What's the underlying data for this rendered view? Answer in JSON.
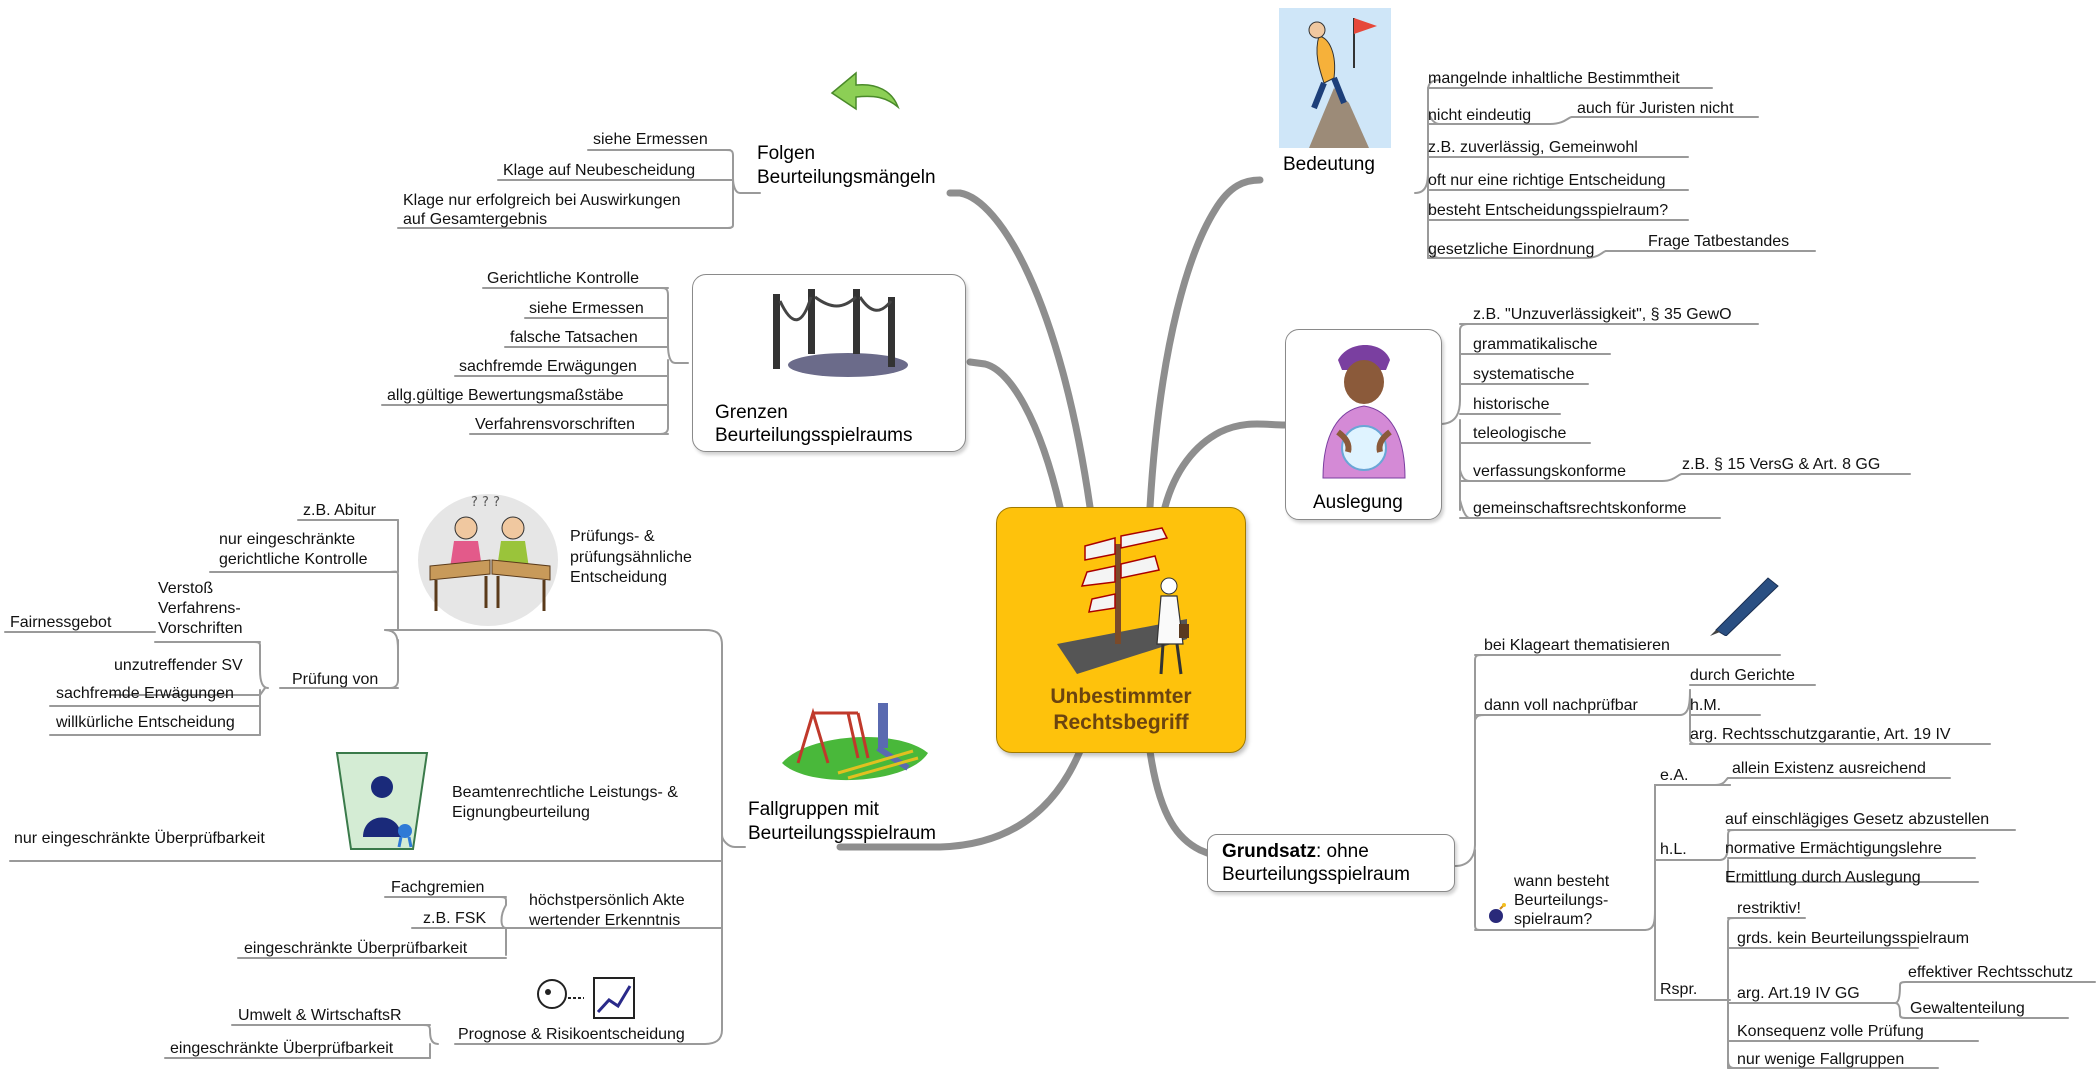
{
  "central": {
    "line1": "Unbestimmter",
    "line2": "Rechtsbegriff"
  },
  "bedeutung": {
    "title": "Bedeutung",
    "items": [
      "mangelnde inhaltliche Bestimmtheit",
      "nicht eindeutig",
      "z.B. zuverlässig, Gemeinwohl",
      "oft nur eine richtige Entscheidung",
      "besteht Entscheidungsspielraum?",
      "gesetzliche Einordnung"
    ],
    "sub_nicht_eindeutig": "auch für Juristen nicht",
    "sub_einordnung": "Frage Tatbestandes"
  },
  "auslegung": {
    "title": "Auslegung",
    "items": [
      "z.B. \"Unzuverlässigkeit\", § 35 GewO",
      "grammatikalische",
      "systematische",
      "historische",
      "teleologische",
      "verfassungskonforme",
      "gemeinschaftsrechtskonforme"
    ],
    "sub_verfassung": "z.B. § 15 VersG & Art. 8 GG"
  },
  "grundsatz": {
    "title_bold": "Grundsatz",
    "title_rest": ": ohne",
    "title_line2": "Beurteilungsspielraum",
    "klageart": "bei Klageart thematisieren",
    "voll": "dann voll nachprüfbar",
    "voll_items": [
      "durch Gerichte",
      "h.M.",
      "arg. Rechtsschutzgarantie, Art. 19 IV"
    ],
    "wann": [
      "wann besteht",
      "Beurteilungs-",
      "spielraum?"
    ],
    "ea": "e.A.",
    "ea_item": "allein Existenz ausreichend",
    "hl": "h.L.",
    "hl_items": [
      "auf einschlägiges Gesetz abzustellen",
      "normative Ermächtigungslehre",
      "Ermittlung durch Auslegung"
    ],
    "rspr": "Rspr.",
    "rspr_items": [
      "restriktiv!",
      "grds. kein Beurteilungsspielraum",
      "arg. Art.19 IV GG",
      "Konsequenz volle Prüfung",
      "nur wenige Fallgruppen"
    ],
    "arg_items": [
      "effektiver Rechtsschutz",
      "Gewaltenteilung"
    ]
  },
  "folgen": {
    "title": [
      "Folgen",
      "Beurteilungsmängeln"
    ],
    "items": [
      "siehe Ermessen",
      "Klage auf Neubescheidung"
    ],
    "klage_nur": [
      "Klage nur erfolgreich bei Auswirkungen",
      "auf Gesamtergebnis"
    ]
  },
  "grenzen": {
    "title": [
      "Grenzen",
      "Beurteilungsspielraums"
    ],
    "items": [
      "Gerichtliche Kontrolle",
      "siehe Ermessen",
      "falsche Tatsachen",
      "sachfremde Erwägungen",
      "allg.gültige Bewertungsmaßstäbe",
      "Verfahrensvorschriften"
    ]
  },
  "fallgruppen": {
    "title": [
      "Fallgruppen mit",
      "Beurteilungsspielraum"
    ],
    "pruefung": {
      "title": [
        "Prüfungs- &",
        "prüfungsähnliche",
        "Entscheidung"
      ],
      "abitur": "z.B. Abitur",
      "nur_eing": [
        "nur eingeschränkte",
        "gerichtliche Kontrolle"
      ],
      "pruefung_von": "Prüfung von",
      "verstoss": [
        "Verstoß",
        "Verfahrens-",
        "Vorschriften"
      ],
      "fairness": "Fairnessgebot",
      "items": [
        "unzutreffender SV",
        "sachfremde Erwägungen",
        "willkürliche Entscheidung"
      ]
    },
    "beamten": {
      "title": [
        "Beamtenrechtliche Leistungs- &",
        "Eignungbeurteilung"
      ],
      "item": "nur eingeschränkte Überprüfbarkeit"
    },
    "hoechst": {
      "title": [
        "höchstpersönlich Akte",
        "wertender Erkenntnis"
      ],
      "items": [
        "Fachgremien",
        "z.B. FSK",
        "eingeschränkte Überprüfbarkeit"
      ]
    },
    "prognose": {
      "title": "Prognose & Risikoentscheidung",
      "items": [
        "Umwelt & WirtschaftsR",
        "eingeschränkte Überprüfbarkeit"
      ]
    }
  },
  "colors": {
    "central_fill": "#fec20c",
    "central_text": "#6b4410",
    "branch": "#8e8e8e",
    "line": "#9a9a9a"
  }
}
